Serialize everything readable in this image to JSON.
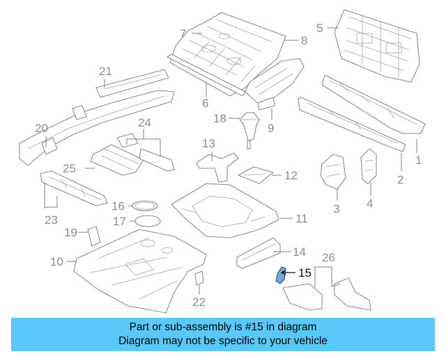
{
  "callouts": {
    "c1": "1",
    "c2": "2",
    "c3": "3",
    "c4": "4",
    "c5": "5",
    "c6": "6",
    "c7": "7",
    "c8": "8",
    "c9": "9",
    "c10": "10",
    "c11": "11",
    "c12": "12",
    "c13": "13",
    "c14": "14",
    "c15": "15",
    "c16": "16",
    "c17": "17",
    "c18": "18",
    "c19": "19",
    "c20": "20",
    "c21": "21",
    "c22": "22",
    "c23": "23",
    "c24": "24",
    "c25": "25",
    "c26": "26"
  },
  "highlighted_part": "15",
  "banner": {
    "line1": "Part or sub-assembly is #15 in diagram",
    "line2": "Diagram may not be specific to your vehicle",
    "color": "#5ac8fa"
  },
  "colors": {
    "line_art": "#8a8a8a",
    "callout_text": "#8c8c8c",
    "highlight_fill": "#6fa8dc"
  }
}
